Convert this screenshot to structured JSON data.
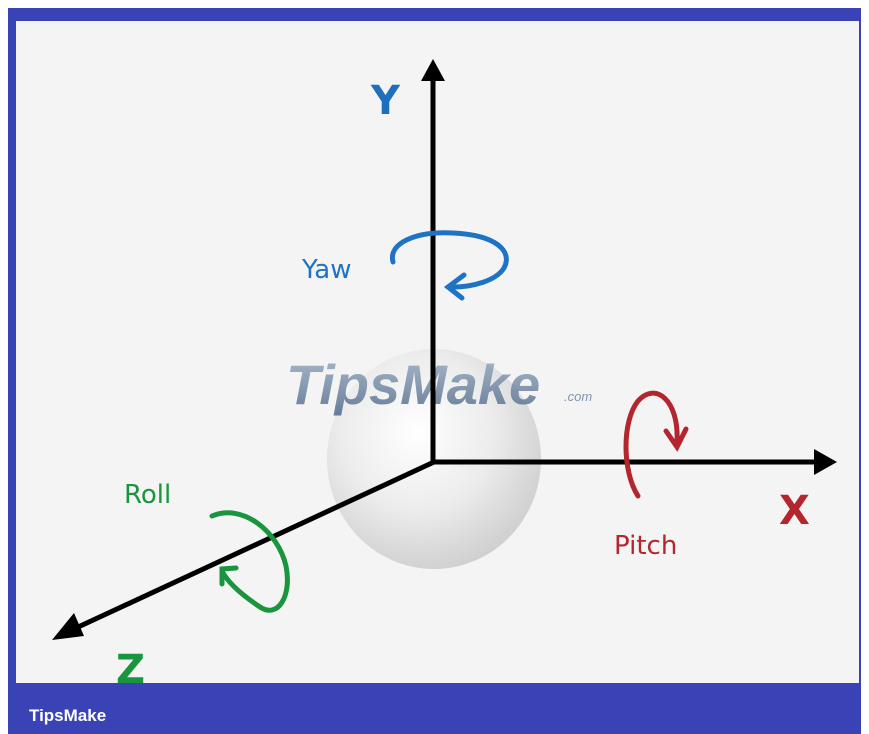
{
  "diagram": {
    "axes": {
      "y": "Y",
      "x": "X",
      "z": "Z"
    },
    "rotations": {
      "yaw": "Yaw",
      "pitch": "Pitch",
      "roll": "Roll"
    },
    "watermark": {
      "text": "TipsMake",
      "suffix": ".com"
    }
  },
  "footer": {
    "brand": "TipsMake"
  },
  "colors": {
    "frame": "#3a43b5",
    "canvas": "#f4f4f4",
    "y_axis_label": "#1f6fbf",
    "yaw": "#1f73c4",
    "pitch": "#b3262e",
    "roll": "#19953e",
    "axis": "#000000"
  }
}
